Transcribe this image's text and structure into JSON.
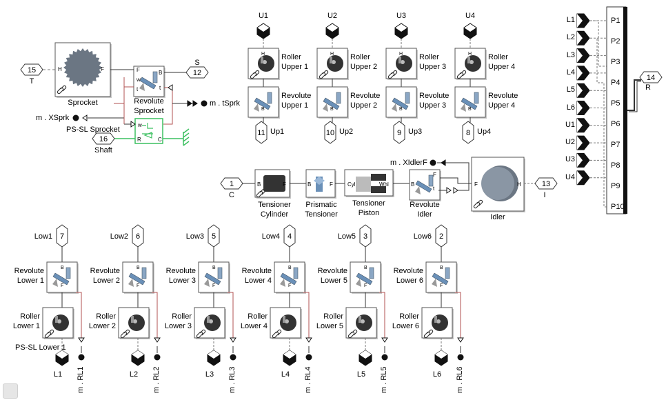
{
  "diagram": {
    "sprocket": {
      "block": "Sprocket",
      "port_left": "H",
      "port_right": "F"
    },
    "revolute_sprocket": {
      "block": "Revolute\nSprocket"
    },
    "pssl_sprocket": {
      "block": "PS-SL Sprocket"
    },
    "shaft": {
      "label": "Shaft",
      "port_num": "16"
    },
    "port_T": {
      "num": "15",
      "name": "T"
    },
    "port_S": {
      "num": "12",
      "name": "S"
    },
    "goto_xsprk": "m . XSprk",
    "goto_tsprk": "m . tSprk",
    "upper": [
      {
        "from": "U1",
        "roller": "Roller\nUpper 1",
        "revolute": "Revolute\nUpper 1",
        "port_num": "11",
        "port_name": "Up1"
      },
      {
        "from": "U2",
        "roller": "Roller\nUpper 2",
        "revolute": "Revolute\nUpper 2",
        "port_num": "10",
        "port_name": "Up2"
      },
      {
        "from": "U3",
        "roller": "Roller\nUpper 3",
        "revolute": "Revolute\nUpper 3",
        "port_num": "9",
        "port_name": "Up3"
      },
      {
        "from": "U4",
        "roller": "Roller\nUpper 4",
        "revolute": "Revolute\nUpper 4",
        "port_num": "8",
        "port_name": "Up4"
      }
    ],
    "tensioner": {
      "port_C": {
        "num": "1",
        "name": "C"
      },
      "cylinder": "Tensioner\nCylinder",
      "prismatic": "Prismatic\nTensioner",
      "piston": "Tensioner\nPiston",
      "revolute_idler": "Revolute\nIdler",
      "idler": "Idler",
      "goto_xidler": "m . XIdlerF",
      "port_I": {
        "num": "13",
        "name": "I"
      }
    },
    "bus": {
      "inputs": [
        "L1",
        "L2",
        "L3",
        "L4",
        "L5",
        "L6",
        "U1",
        "U2",
        "U3",
        "U4"
      ],
      "outputs": [
        "P1",
        "P2",
        "P3",
        "P4",
        "P5",
        "P6",
        "P7",
        "P8",
        "P9",
        "P10"
      ],
      "port_R": {
        "num": "14",
        "name": "R"
      }
    },
    "lower": [
      {
        "port_name": "Low1",
        "port_num": "7",
        "revolute": "Revolute\nLower 1",
        "roller": "Roller\nLower 1",
        "from": "L1",
        "goto": "m . RL1"
      },
      {
        "port_name": "Low2",
        "port_num": "6",
        "revolute": "Revolute\nLower 2",
        "roller": "Roller\nLower 2",
        "from": "L2",
        "goto": "m . RL2"
      },
      {
        "port_name": "Low3",
        "port_num": "5",
        "revolute": "Revolute\nLower 3",
        "roller": "Roller\nLower 3",
        "from": "L3",
        "goto": "m . RL3"
      },
      {
        "port_name": "Low4",
        "port_num": "4",
        "revolute": "Revolute\nLower 4",
        "roller": "Roller\nLower 4",
        "from": "L4",
        "goto": "m . RL4"
      },
      {
        "port_name": "Low5",
        "port_num": "3",
        "revolute": "Revolute\nLower 5",
        "roller": "Roller\nLower 5",
        "from": "L5",
        "goto": "m . RL5"
      },
      {
        "port_name": "Low6",
        "port_num": "2",
        "revolute": "Revolute\nLower 6",
        "roller": "Roller\nLower 6",
        "from": "L6",
        "goto": "m . RL6"
      }
    ],
    "pssl_lower": "PS-SL Lower 1",
    "port_letters": {
      "B": "B",
      "F": "F",
      "H": "H",
      "W": "W",
      "t": "t",
      "w": "w",
      "R": "R",
      "C": "C",
      "Cyl": "Cyl",
      "Whl": "Whl"
    }
  },
  "colors": {
    "line": "#333333",
    "dash": "#777777",
    "red": "#b05050",
    "green": "#3cc060",
    "block_border": "#555555",
    "gray": "#6b7683"
  }
}
